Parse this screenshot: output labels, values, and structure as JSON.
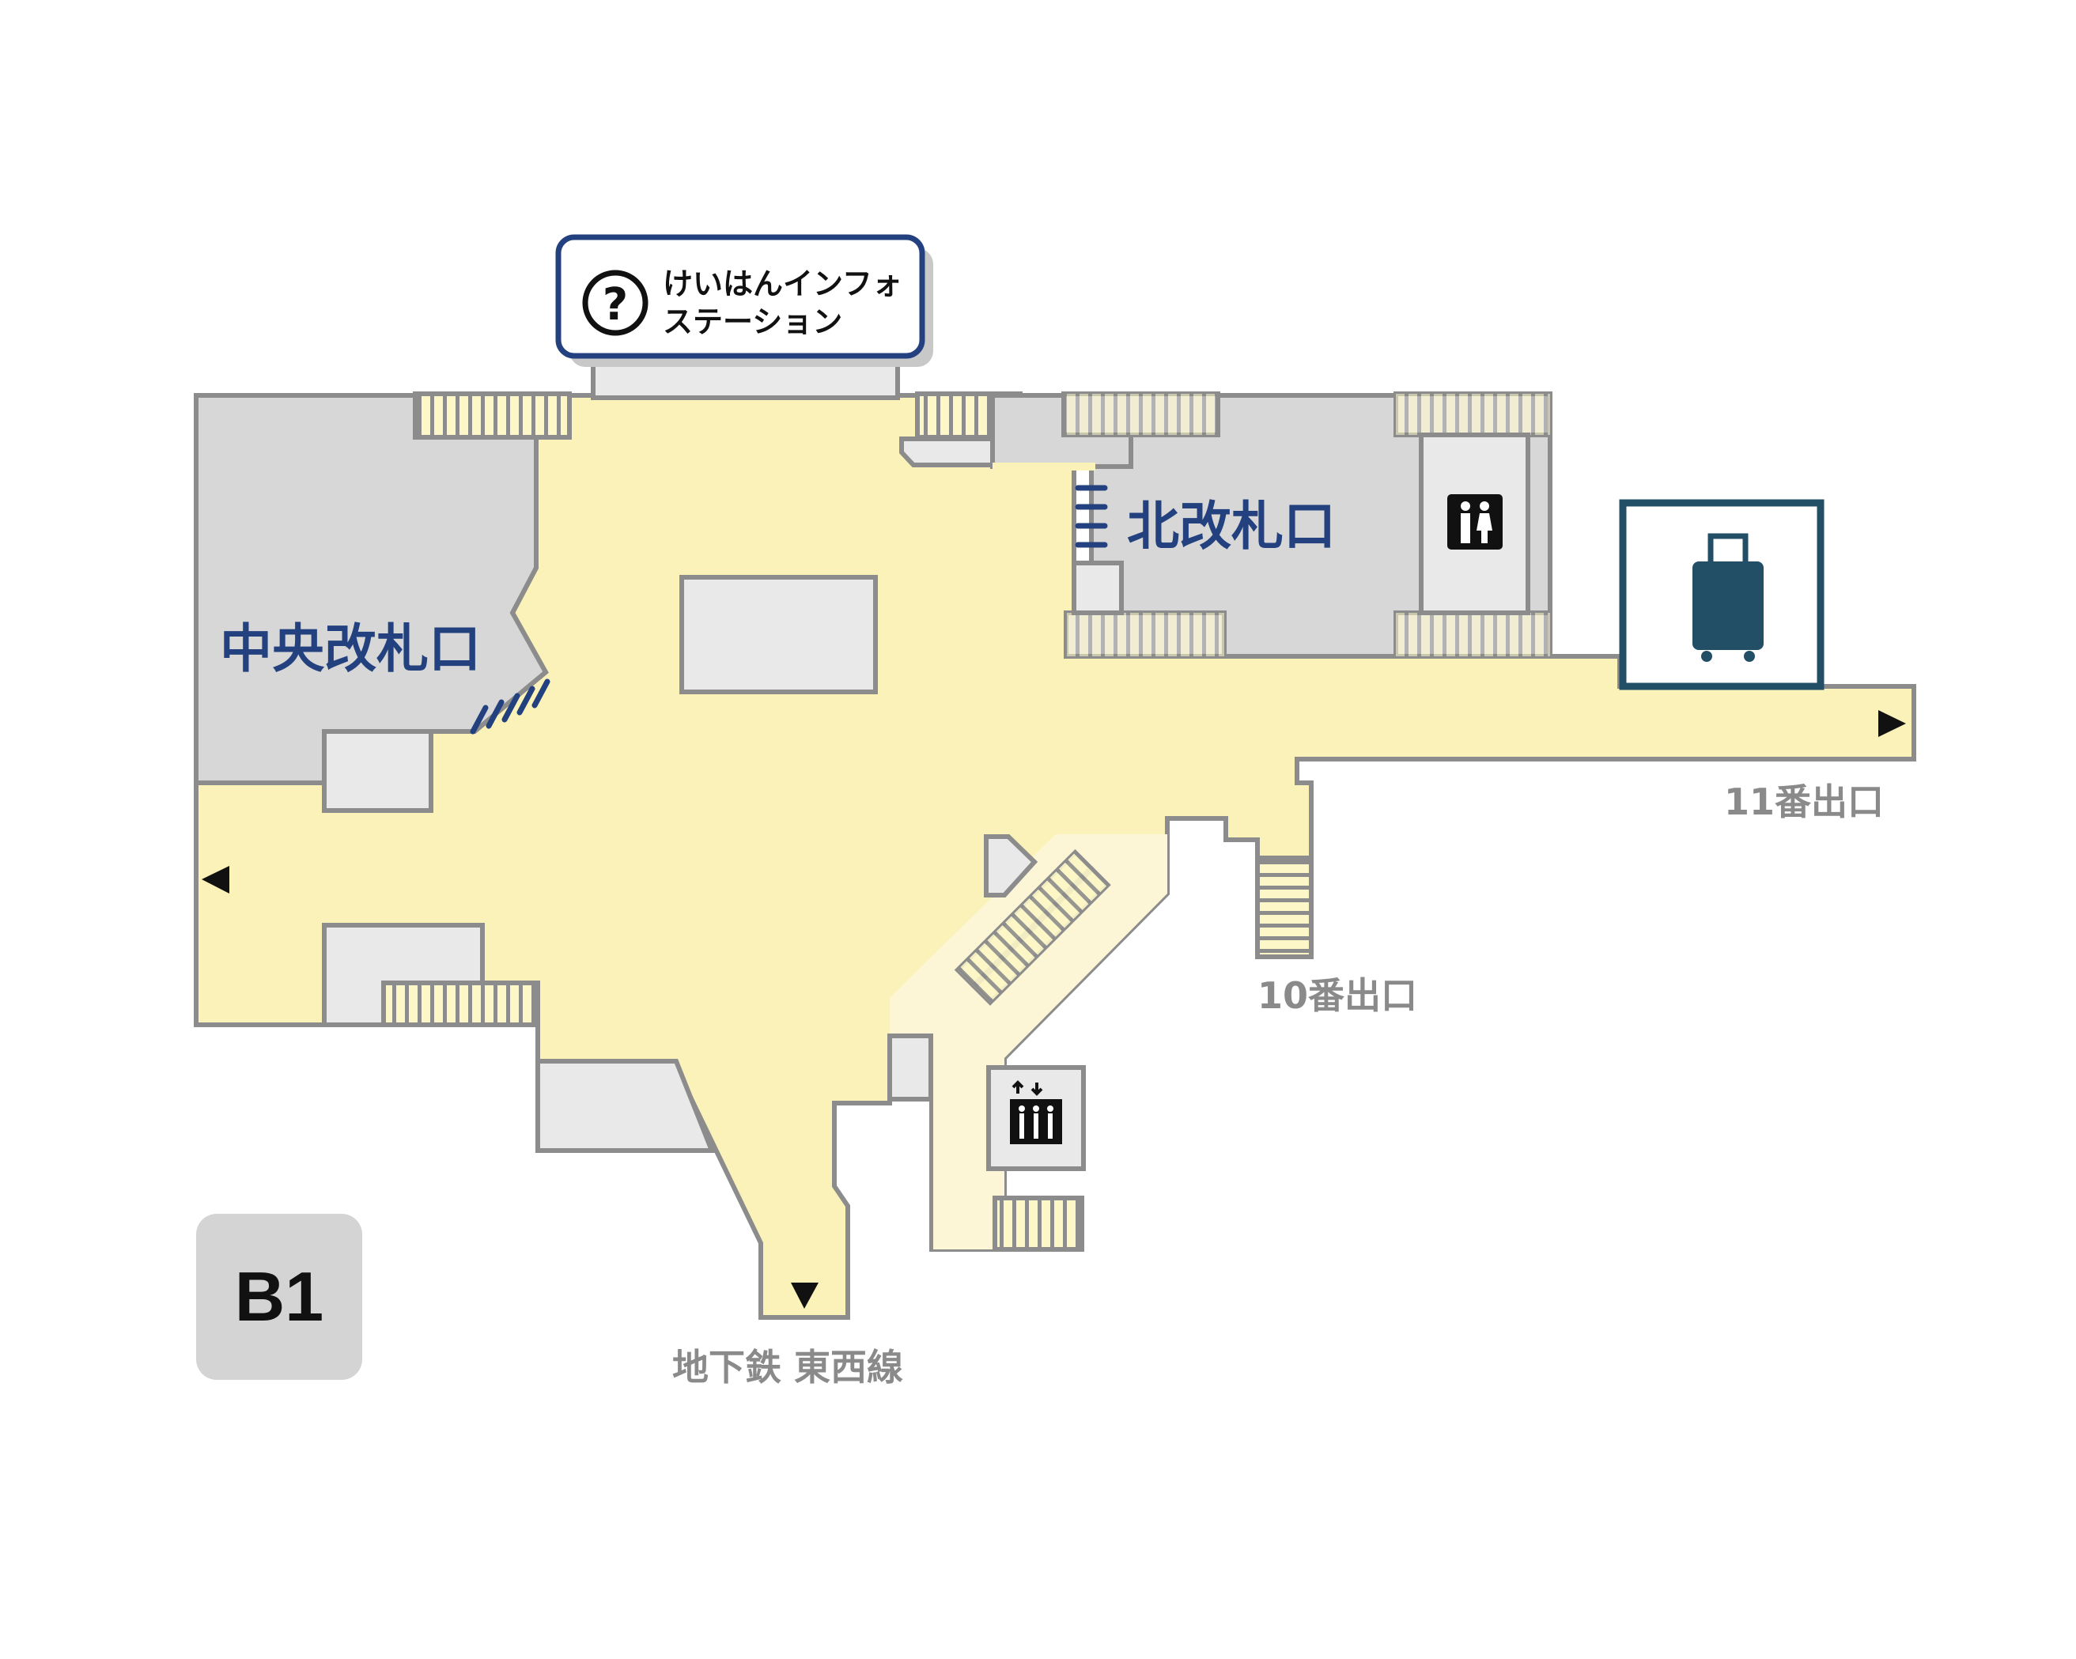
{
  "info_station": {
    "line1": "けいはんインフォ",
    "line2": "ステーション",
    "icon": "question-circle-icon"
  },
  "gates": {
    "central": "中央改札口",
    "north": "北改札口"
  },
  "exits": {
    "exit11": "11番出口",
    "exit10": "10番出口",
    "subway": "地下鉄 東西線"
  },
  "floor": "B1",
  "icons": {
    "toilet": "restroom-icon",
    "elevator": "elevator-icon",
    "luggage": "luggage-storage-icon"
  },
  "colors": {
    "concourse": "#faf2b8",
    "gate_area": "#d7d7d7",
    "room": "#e9e9e9",
    "outline": "#8c8c8c",
    "gate_text": "#23417e",
    "luggage_frame": "#224e66",
    "badge": "#d4d4d4"
  }
}
